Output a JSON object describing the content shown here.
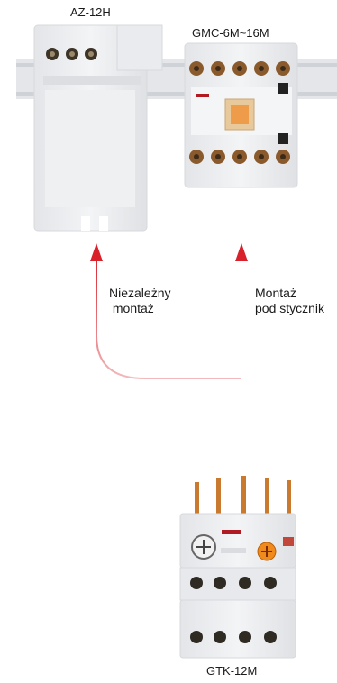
{
  "devices": {
    "top_left": {
      "label": "AZ-12H"
    },
    "top_right": {
      "label": "GMC-6M~16M"
    },
    "bottom": {
      "label": "GTK-12M"
    }
  },
  "mounting": {
    "left": {
      "label": "Niezależny\n montaż"
    },
    "right": {
      "label": "Montaż\npod stycznik"
    }
  },
  "colors": {
    "arrow": "#d8212b",
    "device_body": "#ecedef",
    "terminal": "#8a5a2c",
    "brand": "#b01a22"
  },
  "icons": {
    "arrow_left": "arrow-up-icon",
    "arrow_right": "arrow-up-icon",
    "dial": "adjustment-dial-icon"
  }
}
